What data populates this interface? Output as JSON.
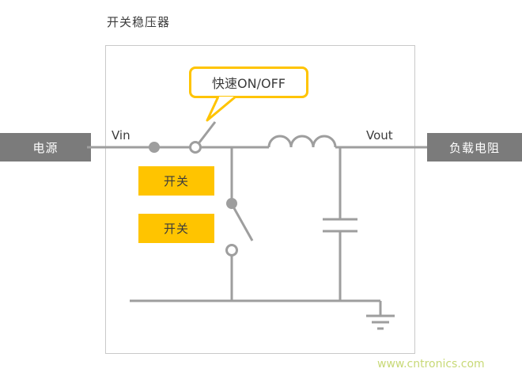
{
  "title": "开关稳压器",
  "circuit": {
    "callout_label": "快速ON/OFF",
    "vin_label": "Vin",
    "vout_label": "Vout",
    "source_label": "电源",
    "load_label": "负载电阻",
    "high_switch_label": "开关",
    "low_switch_label": "开关"
  },
  "watermark": "www.cntronics.com",
  "colors": {
    "accent_yellow": "#ffc400",
    "wire_gray": "#9e9e9e",
    "block_gray": "#7b7b7b",
    "text_dark": "#3c3c3c",
    "watermark_green": "#c8d977"
  }
}
